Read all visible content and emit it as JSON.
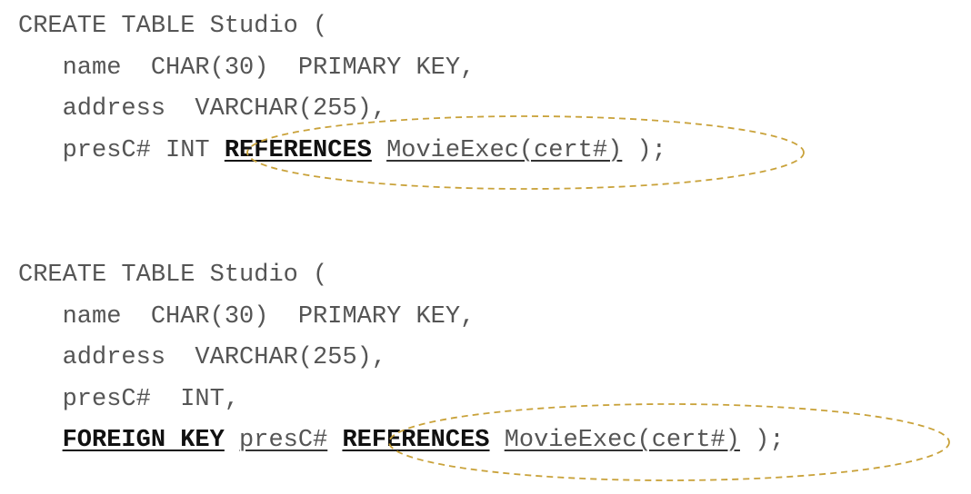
{
  "block1": {
    "line1": "CREATE TABLE Studio (",
    "line2_indent": "   ",
    "line2": "name  CHAR(30)  PRIMARY KEY,",
    "line3": "address  VARCHAR(255),",
    "line4_pre": "presC# INT ",
    "line4_kw": "REFERENCES",
    "line4_sp": " ",
    "line4_ref": "MovieExec(cert#)",
    "line4_end": " );"
  },
  "block2": {
    "line1": "CREATE TABLE Studio (",
    "line2": "name  CHAR(30)  PRIMARY KEY,",
    "line3": "address  VARCHAR(255),",
    "line4": "presC#  INT,",
    "line5_kw1": "FOREIGN KEY",
    "line5_sp1": " ",
    "line5_col": "presC#",
    "line5_sp2": " ",
    "line5_kw2": "REFERENCES",
    "line5_sp3": " ",
    "line5_ref": "MovieExec(cert#)",
    "line5_end": " );"
  },
  "highlight": {
    "stroke_color": "#c9a23a"
  }
}
